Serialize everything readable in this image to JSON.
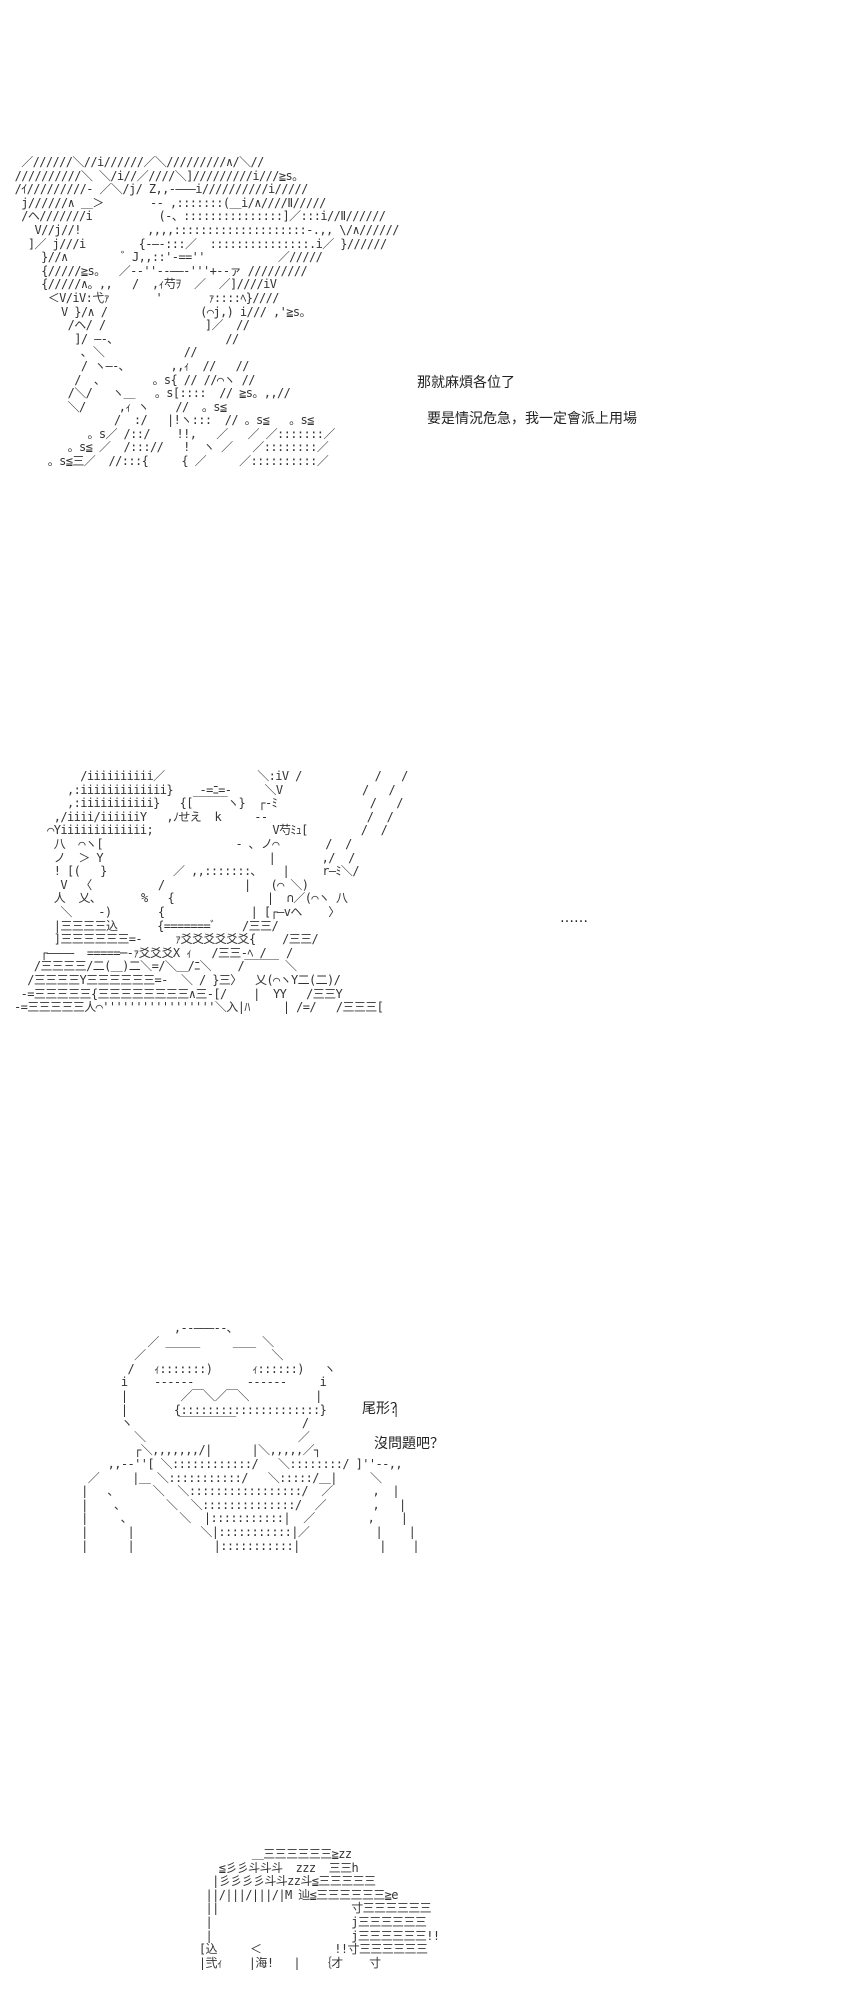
{
  "panels": [
    {
      "art": "  ／//////＼//i//////／＼/////////∧/＼//\n //////////＼ ＼/i//／////＼]/////////i///≧s。\n /ｲ/////////‐ ／＼/j/ Z,,‐―――i//////////i/////\n  j//////∧ ＿＞       ‐- ,:::::::(＿i/∧////Ⅱ/////\n  /ヘ///////i          (-、:::::::::::::::]／:::i//Ⅱ//////\n    V//j//!          ,,,,::::::::::::::::::::-.,, \\/∧//////\n   ]／ j///i        {-―-:::／  :::::::::::::::.i／ }//////\n     }//∧        ゛J,,::'-==''           ／/////\n     {/////≧s。  ／-‐''--――‐'''+‐-ァ /////////\n     {/////∧。,,   /  ,ｨ芍ｦ  ／  ／]////iV\n      ＜V/iV:弋ｧ       '       ｧ::::ﾍ}////\n        V }/∧ /              (⌒j,) i/// ,'≧s。\n         /ヘ/ /               ]／  //\n          ]/ ―-､                 //\n           ､ ＼            //\n           / ヽ―-､       ,,ｨ  //   //\n          /  ､        。s{ // //⌒ヽ //\n         /＼/   ヽ＿   。s[::::  // ≧s。,,//\n         ＼/     ,ｨ ヽ    //  。s≦\n                /  :/   |!ヽ:::  // 。s≦   。s≦\n            。s／ /::/    !!,   ／   ／ ／:::::::／\n         。s≦ ／  /::://   !  ヽ ／   ／::::::::／\n      。s≦三／  //:::{     { ／     ／::::::::::／",
      "lines": [
        "那就麻煩各位了",
        "要是情況危急，我一定會派上用場"
      ]
    },
    {
      "art": "          /iiiiiiiiii／              ＼:iV /           /   /\n        ,:iiiiiiiiiiiii}    -=ﾆ=-     ＼V            /   /\n        ,:iiiiiiiiiii}   {[￣￣￣ヽ}  ┌-ﾐ              /   /\n      ,/iiii/iiiiiiY   ,ﾉせえ  k     ‐-               /  /\n     ⌒Yiiiiiiiiiiiii;                  V芍ﾐｭ[        /  /\n      八  ⌒ヽ[                    ‐ ､ ノ⌒       /  /\n      ノ  ＞ Y                         |       ,/  /\n      ! [(   }          ／ ,,:::::::､    |     r―ﾐ＼/\n       V  〈          /            |   (⌒ ＼)\n      人  乂、      %   {              |  ∩／(⌒ヽ 八\n       ＼    ‐)       {             | [┌―vヘ    〉\n      |三三三三込      {=======ﾞ    /三三/\n      ]三三三三三三=-     ｧ爻爻爻爻爻爻{    /三三/\n    ┌――――  =====─-ｧ爻爻爻X ｨ   /三三-ﾍ /   /\n   /三三三三/二(＿)二＼=/＼＿/ﾆ＼    /￣￣￣ ＼\n  /三三三三Y三三三三三三=-  ＼ / }三〉  乂(⌒ヽY二(二)/\n -=三三三三三{三三三三三三三三∧三-[/    |  YY   /三三Y\n-=三三三三三人⌒'''''''''''''''''＼入|ﾊ     | /=/   /三三三[",
      "lines": [
        "……"
      ]
    },
    {
      "art": "                   ,-‐―――‐-､\n               ／ ＿＿＿     ＿＿ ＼\n             ／                   ＼\n            /   ｨ:::::::)      ｨ::::::)   ヽ\n           i    ‐‐‐‐‐‐        ‐‐‐‐‐‐     i\n           |        ／￣＼／￣＼          |\n           |       {:::::::::::::::::::::}          |\n           ヽ       ￣￣￣￣￣          /\n             ＼                       ／\n             ┌＼,,,,,,,/|      |＼,,,,,／┐\n         ,,-‐''[ ＼::::::::::::/   ＼::::::::/ ]''‐-,,\n      ／     |＿ ＼:::::::::::/   ＼:::::/＿|     ＼\n     |   ､      ＼  ＼:::::::::::::::::/  ／      ,  |\n     |    ､       ＼  ＼::::::::::::::/  ／       ,   |\n     |     ､        ＼  |:::::::::::|  ／        ,    |\n     |      |          ＼|:::::::::::|／          |    |\n     |      |            |:::::::::::|            |    |",
      "lines": [
        "尾形？",
        "沒問題吧？"
      ]
    },
    {
      "art": "                   ＿三三三三三三≧zz\n              ≦彡彡斗斗斗  zzz  三三h\n             |彡彡彡彡斗斗zz斗≦三三三三三\n            ||/|||/|||/|M 辿≦三三三三三三≧e\n            ||                    寸三三三三三三\n            |                     j三三三三三三\n            |                     j三三三三三三!!\n           [込     ＜           !!寸三三三三三三\n           |弐ｨ    |海!   |   ｛才    寸",
      "lines": []
    }
  ]
}
